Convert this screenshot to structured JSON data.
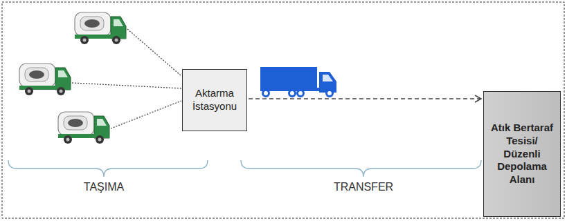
{
  "diagram": {
    "nodes": [
      {
        "text": [
          "Aktarma İstasyonu"
        ]
      },
      {
        "text": [
          "Atık Bertaraf Tesisi/ Düzenli Depolama Alanı"
        ]
      }
    ],
    "edges": [
      {
        "from": 0,
        "to": 1,
        "arrow": "to"
      }
    ],
    "labels": [
      "TAŞIMA",
      "TRANSFER"
    ]
  }
}
